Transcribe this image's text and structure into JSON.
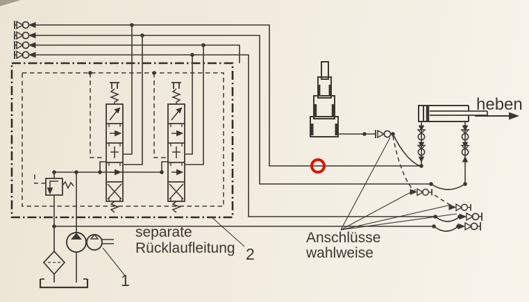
{
  "title": "Hydraulik-Schaltplan (hydraulic circuit diagram)",
  "labels": {
    "heben": "heben",
    "separate_line1": "separate",
    "separate_line2": "Rücklaufleitung",
    "anschluesse_line1": "Anschlüsse",
    "anschluesse_line2": "wahlweise",
    "ref1": "1",
    "ref2": "2"
  },
  "colors": {
    "paper": "#f1ecdf",
    "ink": "#3a3732",
    "marker_red": "#dd1100"
  },
  "click_marker": {
    "x": "458",
    "y": "239",
    "r": "9"
  },
  "components": [
    "quick-coupling-outlets-top-left (4x)",
    "power-pack-enclosure (dash-dot box)",
    "pilot-line-enclosure (dashed box)",
    "directional-control-valve (2x, spring centered)",
    "pressure-relief-valve",
    "double-pump-with-drive-shaft",
    "suction-filter",
    "tank",
    "telescopic-cylinder",
    "lifting-cylinder (heben)",
    "hose-couplings-right (wahlweise)",
    "separate-return-line"
  ]
}
